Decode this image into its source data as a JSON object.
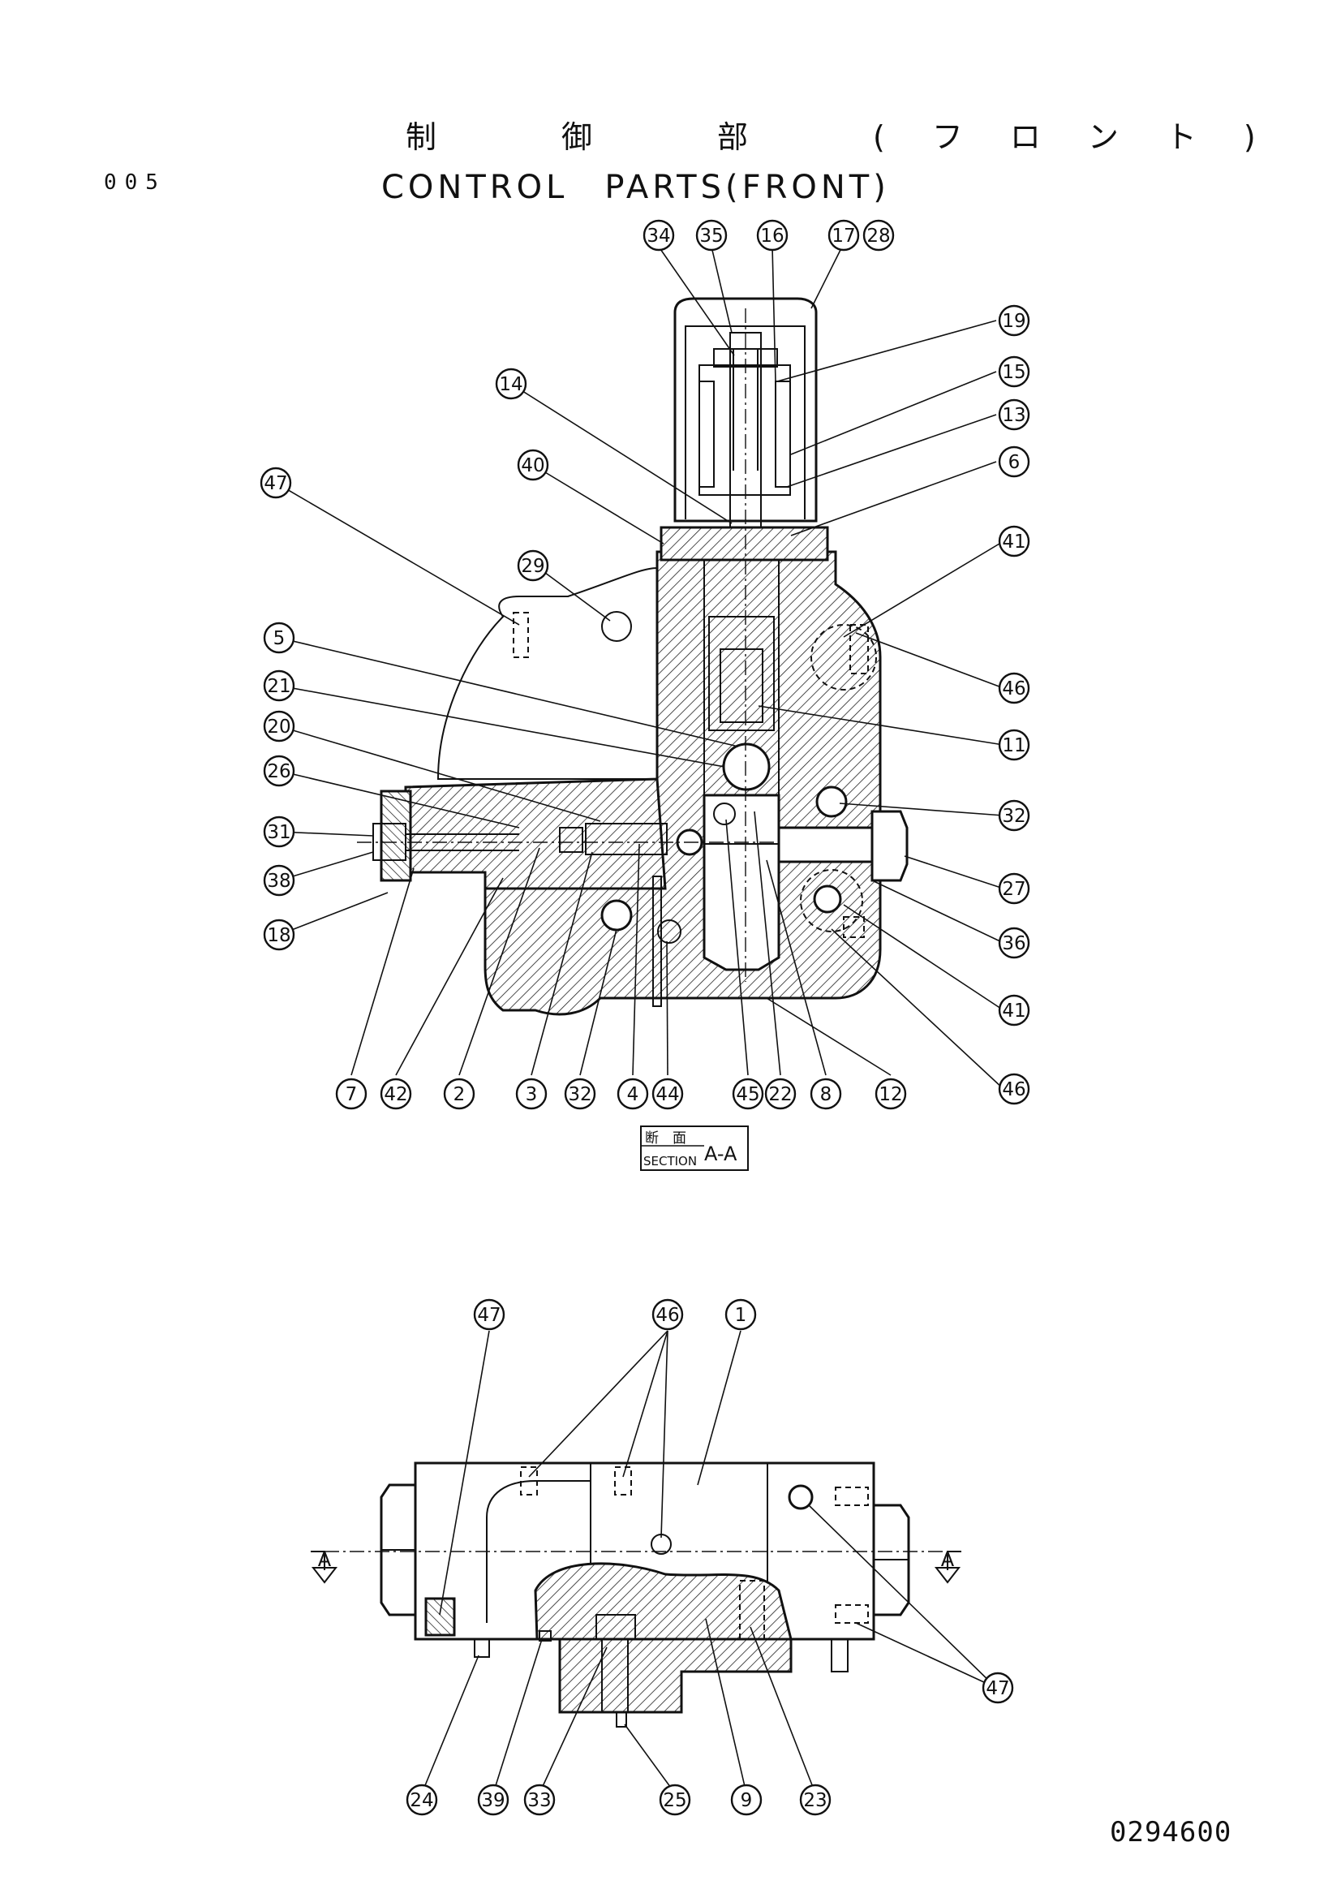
{
  "header": {
    "page_code": "005",
    "title_jp": "制　御　部　(フロント)",
    "title_en": "CONTROL　PARTS(FRONT)"
  },
  "section_box": {
    "jp": "断　面",
    "en": "SECTION",
    "id": "A-A"
  },
  "section_markers": [
    "A",
    "A"
  ],
  "drawing_number": "0294600",
  "callouts": {
    "top": [
      "34",
      "35",
      "16",
      "17",
      "28",
      "19",
      "15",
      "13",
      "6",
      "14",
      "40",
      "47",
      "29",
      "41",
      "46",
      "5",
      "21",
      "11",
      "20",
      "32",
      "26",
      "31",
      "27",
      "38",
      "36",
      "18",
      "41",
      "46",
      "7",
      "42",
      "2",
      "3",
      "32",
      "4",
      "44",
      "45",
      "22",
      "8",
      "12"
    ],
    "bottom": [
      "47",
      "46",
      "1",
      "47",
      "24",
      "39",
      "33",
      "25",
      "9",
      "23"
    ]
  }
}
